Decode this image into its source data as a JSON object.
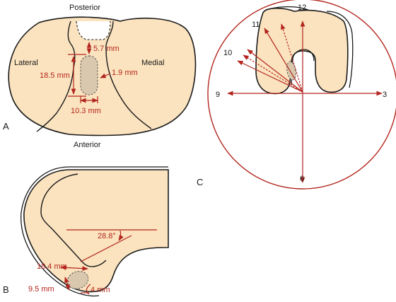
{
  "colors": {
    "bone": "#fbe3bf",
    "measure": "#b3261e",
    "outline": "#1a1a1a",
    "tunnel": "#d9c8ad"
  },
  "panels": {
    "a": {
      "letter": "A",
      "top_label": "Posterior",
      "bottom_label": "Anterior",
      "left_label": "Lateral",
      "right_label": "Medial",
      "m_top": "5.7 mm",
      "m_height": "18.5 mm",
      "m_right": "1.9 mm",
      "m_width": "10.3 mm"
    },
    "b": {
      "letter": "B",
      "m_angle": "28.8°",
      "m_len": "18.4 mm",
      "m_tunnel": "9.5 mm",
      "m_edge": "4 mm"
    },
    "c": {
      "letter": "C",
      "clock": {
        "h12": "12",
        "h11": "11",
        "h10": "10",
        "h9": "9",
        "h3": "3",
        "h6": "6"
      }
    }
  }
}
